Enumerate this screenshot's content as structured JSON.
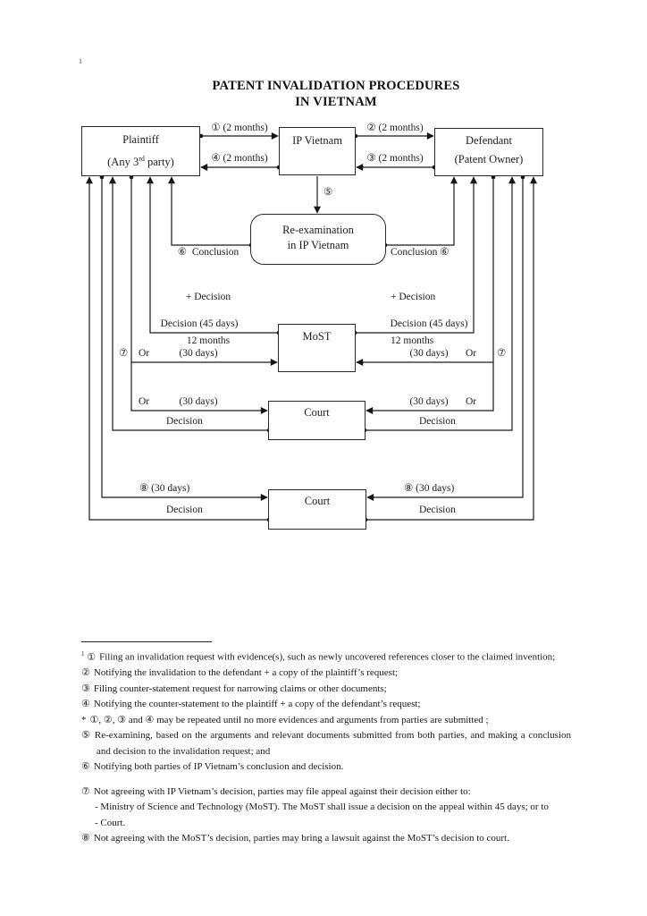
{
  "page": {
    "corner_mark": "1"
  },
  "title": {
    "line1": "PATENT INVALIDATION PROCEDURES",
    "line2": "IN VIETNAM"
  },
  "nodes": {
    "plaintiff": {
      "line1": "Plaintiff",
      "line2_pre": "(Any 3",
      "line2_sup": "rd",
      "line2_post": " party)"
    },
    "ip_vietnam": {
      "line1": "IP Vietnam"
    },
    "defendant": {
      "line1": "Defendant",
      "line2": "(Patent Owner)"
    },
    "reexam": {
      "line1": "Re-examination",
      "line2": "in IP Vietnam"
    },
    "most": {
      "line1": "MoST"
    },
    "court1": {
      "line1": "Court"
    },
    "court2": {
      "line1": "Court"
    }
  },
  "edges": {
    "e1": "① (2 months)",
    "e2": "② (2 months)",
    "e3": "③ (2 months)",
    "e4": "④ (2 months)",
    "e5": "⑤",
    "concl_left_l1": "⑥  Conclusion",
    "concl_right_l1": "Conclusion ⑥",
    "concl_l2": "+ Decision",
    "concl_l3": "12 months",
    "d45": "Decision (45 days)",
    "or": "Or",
    "d30": "(30 days)",
    "n7": "⑦",
    "n8_30": "⑧ (30 days)",
    "decision": "Decision"
  },
  "footnotes": {
    "fn1_sup": "1",
    "items": [
      {
        "marker": "①",
        "text": "Filing  an invalidation request with evidence(s), such as newly uncovered references closer to the claimed invention;"
      },
      {
        "marker": "②",
        "text": "Notifying the invalidation to the defendant + a copy of the plaintiff’s request;"
      },
      {
        "marker": "③",
        "text": "Filing counter-statement request for narrowing claims or other documents;"
      },
      {
        "marker": "④",
        "text": "Notifying the counter-statement to the plaintiff + a copy of the defendant’s request;"
      },
      {
        "marker": "*",
        "text": "①, ②, ③ and ④ may be repeated until no more evidences and arguments from parties are submitted ;"
      },
      {
        "marker": "⑤",
        "text": "Re-examining, based on the arguments and relevant documents submitted from both parties, and making a conclusion and decision to the invalidation request; and"
      },
      {
        "marker": "⑥",
        "text": "Notifying both parties of IP Vietnam’s conclusion and decision."
      },
      {
        "marker": "⑦",
        "text": "Not agreeing with IP Vietnam’s decision, parties may file appeal against their decision either to:"
      },
      {
        "marker": "",
        "text": "- Ministry of Science and Technology (MoST). The MoST shall issue a decision on the appeal within 45 days; or to"
      },
      {
        "marker": "",
        "text": "- Court."
      },
      {
        "marker": "⑧",
        "text": "Not agreeing with the MoST’s decision, parties may bring a lawsuit against the MoST’s decision to court."
      }
    ]
  }
}
